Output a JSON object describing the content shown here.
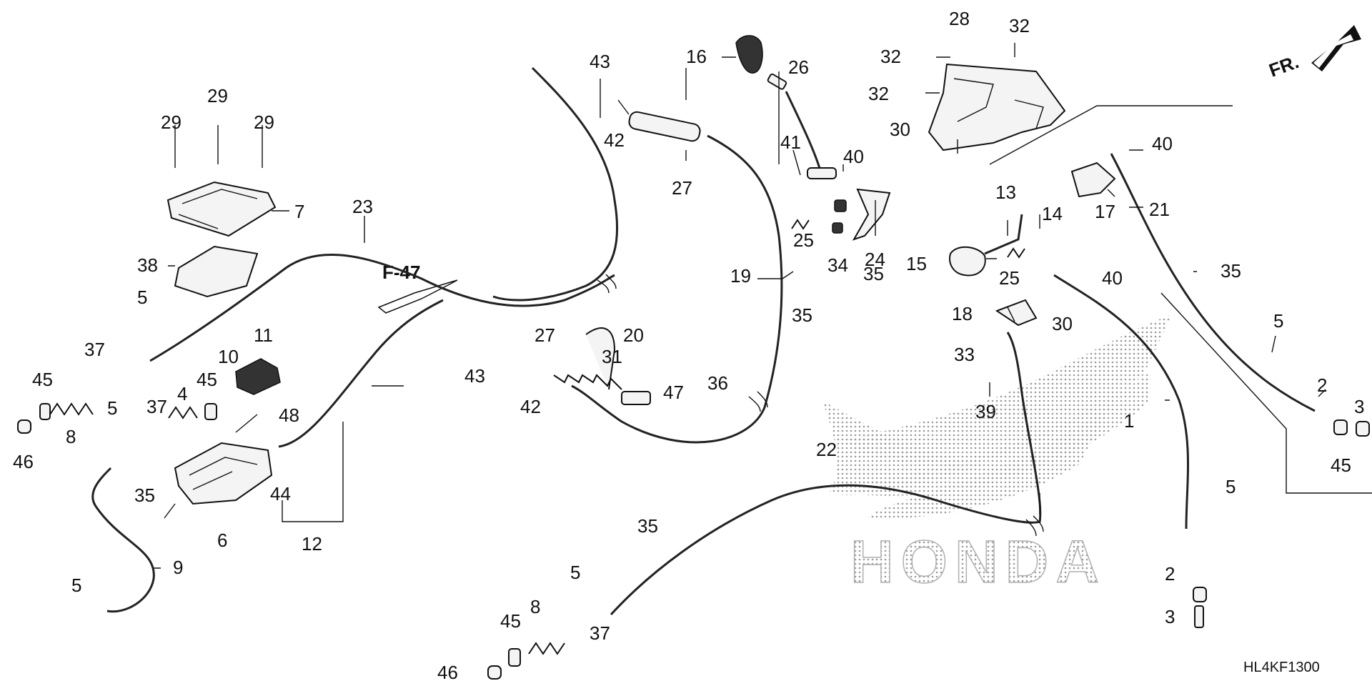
{
  "diagram": {
    "brand_watermark": "HONDA",
    "diagram_code": "HL4KF1300",
    "front_indicator": "FR.",
    "reference": "F-47",
    "callouts": [
      "1",
      "2",
      "2",
      "3",
      "3",
      "4",
      "5",
      "5",
      "5",
      "5",
      "5",
      "5",
      "6",
      "7",
      "8",
      "8",
      "9",
      "10",
      "11",
      "12",
      "13",
      "14",
      "15",
      "16",
      "17",
      "18",
      "19",
      "20",
      "21",
      "22",
      "23",
      "24",
      "25",
      "25",
      "26",
      "27",
      "27",
      "28",
      "29",
      "29",
      "29",
      "30",
      "30",
      "31",
      "32",
      "32",
      "32",
      "33",
      "34",
      "35",
      "35",
      "35",
      "35",
      "35",
      "36",
      "37",
      "37",
      "37",
      "38",
      "39",
      "40",
      "40",
      "40",
      "41",
      "42",
      "42",
      "43",
      "43",
      "44",
      "45",
      "45",
      "45",
      "45",
      "46",
      "46",
      "47",
      "48"
    ]
  }
}
